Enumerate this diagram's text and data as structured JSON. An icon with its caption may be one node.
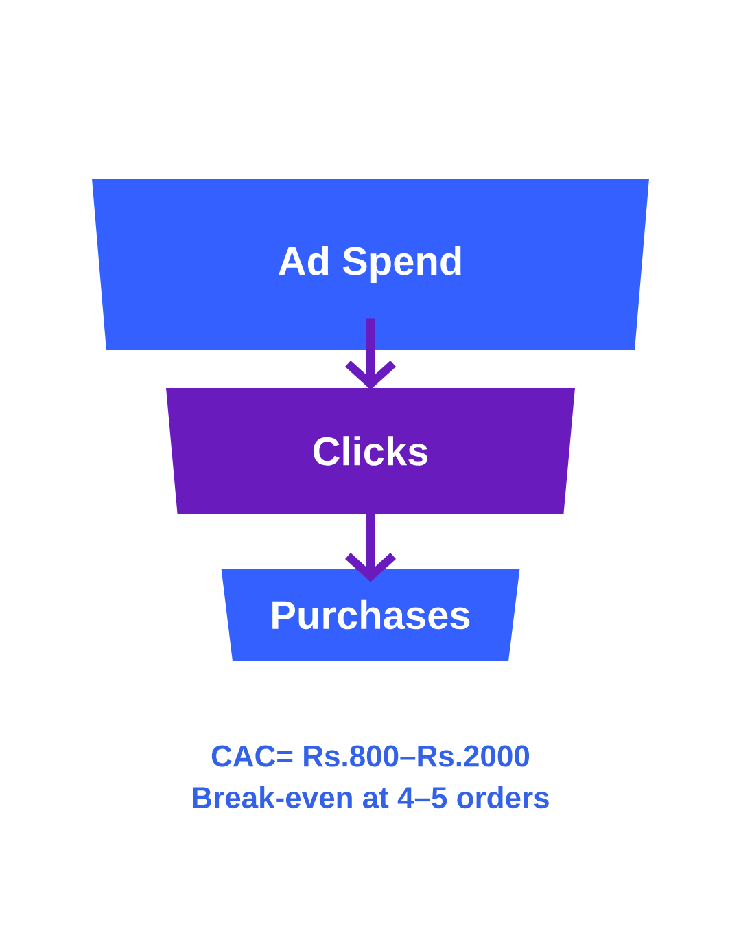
{
  "diagram": {
    "nodes": [
      {
        "text": [
          "Ad Spend"
        ]
      },
      {
        "text": [
          "Clicks"
        ]
      },
      {
        "text": [
          "Purchases"
        ]
      }
    ],
    "edges": [
      {
        "from": 0,
        "to": 1,
        "arrow": "to"
      },
      {
        "from": 1,
        "to": 2,
        "arrow": "to"
      }
    ],
    "labels": [
      "CAC= Rs.800–Rs.2000",
      "Break-even at 4–5 orders"
    ]
  }
}
